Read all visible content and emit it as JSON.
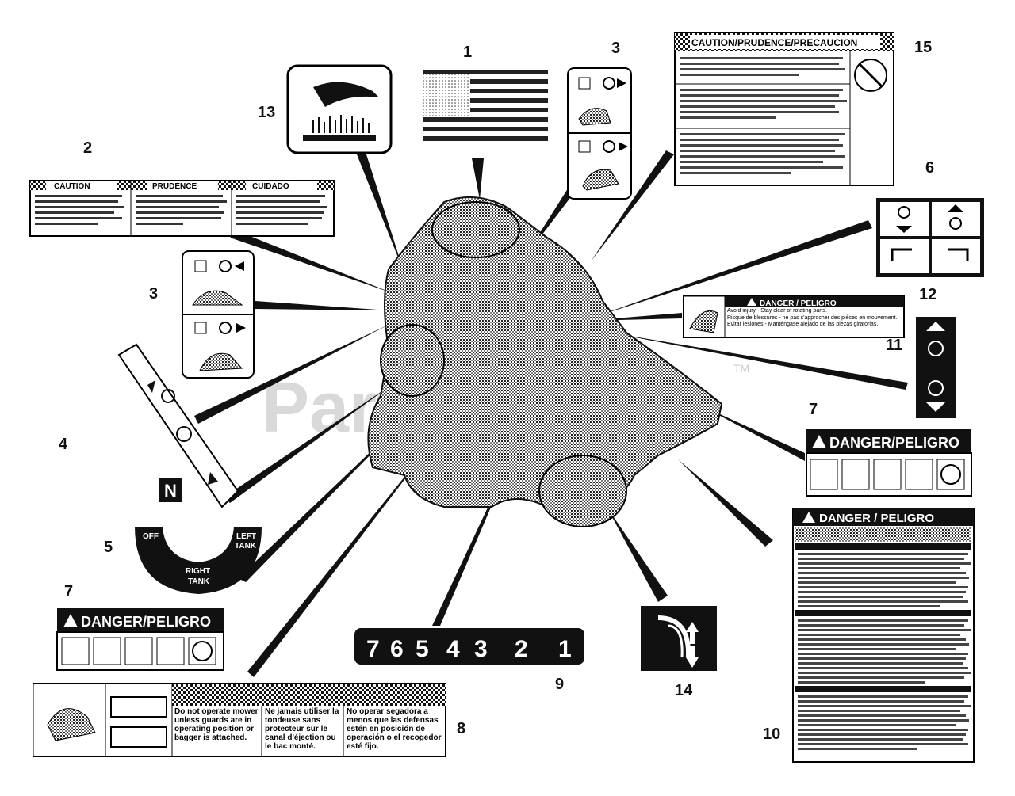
{
  "diagram": {
    "watermark": "PartsTree",
    "watermark_tm": "TM",
    "callouts": [
      "1",
      "2",
      "3",
      "3",
      "4",
      "5",
      "6",
      "7",
      "7",
      "8",
      "9",
      "10",
      "11",
      "12",
      "13",
      "14",
      "15"
    ],
    "callout_2": {
      "headers": [
        "CAUTION",
        "PRUDENCE",
        "CUIDADO"
      ]
    },
    "callout_5": {
      "off": "OFF",
      "left": "LEFT",
      "tank_l": "TANK",
      "right": "RIGHT",
      "tank_r": "TANK"
    },
    "callout_7": {
      "title": "DANGER/PELIGRO"
    },
    "callout_9": {
      "digits": [
        "7",
        "6",
        "5",
        "4",
        "3",
        "2",
        "1"
      ]
    },
    "callout_8": {
      "col1": "Do not operate mower unless guards are in operating position or bagger is attached.",
      "col2": "Ne jamais utiliser la tondeuse sans protecteur sur le canal d'éjection ou le bac monté.",
      "col3": "No operar segadora a menos que las defensas estén en posición de operación o el recogedor esté fijo."
    },
    "callout_10": {
      "title": "DANGER / PELIGRO"
    },
    "callout_11": {
      "title": "DANGER / PELIGRO",
      "line1": "Avoid injury - Stay clear of rotating parts.",
      "line2": "Risque de blessures - ne pas s'approcher des pièces en mouvement.",
      "line3": "Evitar lesiones - Manténgase alejado de las piezas giratorias."
    },
    "callout_15": {
      "title": "CAUTION/PRUDENCE/PRECAUCION"
    },
    "n_label": "N",
    "colors": {
      "ink": "#111111",
      "hatch": "#222222",
      "paper": "#ffffff",
      "watermark": "#d9d9d9"
    }
  }
}
